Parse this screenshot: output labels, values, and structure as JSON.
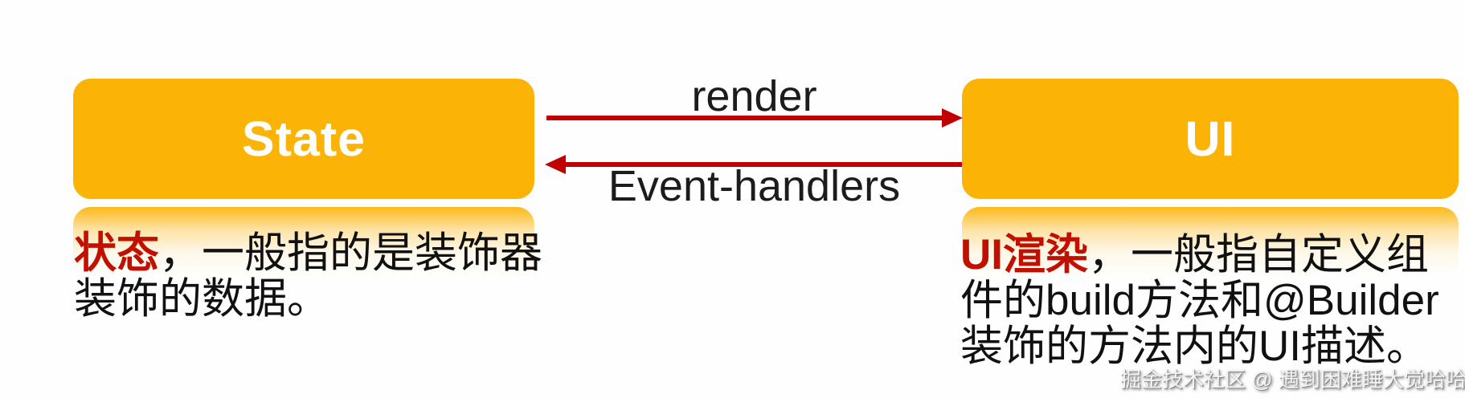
{
  "diagram": {
    "state_box": {
      "label": "State"
    },
    "ui_box": {
      "label": "UI"
    },
    "arrows": {
      "render": {
        "label": "render",
        "direction": "left-to-right"
      },
      "event_handlers": {
        "label": "Event-handlers",
        "direction": "right-to-left"
      }
    },
    "left_caption": {
      "highlight": "状态",
      "line1_rest": "，一般指的是装饰器",
      "line2": "装饰的数据。"
    },
    "right_caption": {
      "highlight": "UI渲染",
      "line1_rest": "，一般指自定义组",
      "line2": "件的build方法和@Builder",
      "line3": "装饰的方法内的UI描述。"
    },
    "watermark": "掘金技术社区 @ 遇到困难睡大觉哈哈",
    "colors": {
      "box_fill": "#FBB305",
      "arrow_red": "#C00000",
      "highlight_red": "#C21000",
      "text_black": "#111111",
      "background": "#FEFEFE"
    }
  }
}
